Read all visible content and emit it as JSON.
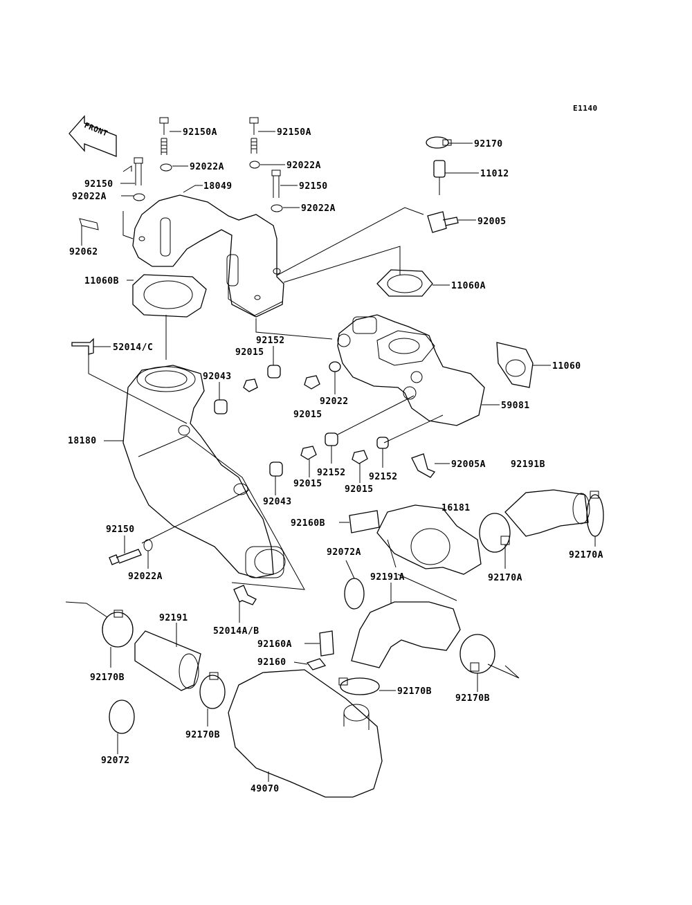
{
  "diagram_code": "E1140",
  "front_label": "FRONT",
  "part_labels": [
    {
      "id": "92150A_1",
      "text": "92150A"
    },
    {
      "id": "92150A_2",
      "text": "92150A"
    },
    {
      "id": "92170_top",
      "text": "92170"
    },
    {
      "id": "92022A_1",
      "text": "92022A"
    },
    {
      "id": "92022A_2",
      "text": "92022A"
    },
    {
      "id": "11012",
      "text": "11012"
    },
    {
      "id": "92150_1",
      "text": "92150"
    },
    {
      "id": "18049",
      "text": "18049"
    },
    {
      "id": "92150_2",
      "text": "92150"
    },
    {
      "id": "92022A_3",
      "text": "92022A"
    },
    {
      "id": "92022A_4",
      "text": "92022A"
    },
    {
      "id": "92005",
      "text": "92005"
    },
    {
      "id": "92062",
      "text": "92062"
    },
    {
      "id": "11060B",
      "text": "11060B"
    },
    {
      "id": "11060A",
      "text": "11060A"
    },
    {
      "id": "92152_1",
      "text": "92152"
    },
    {
      "id": "52014C",
      "text": "52014/C"
    },
    {
      "id": "92015_1",
      "text": "92015"
    },
    {
      "id": "11060",
      "text": "11060"
    },
    {
      "id": "92043_1",
      "text": "92043"
    },
    {
      "id": "92022_1",
      "text": "92022"
    },
    {
      "id": "92015_2",
      "text": "92015"
    },
    {
      "id": "59081",
      "text": "59081"
    },
    {
      "id": "18180",
      "text": "18180"
    },
    {
      "id": "92005A",
      "text": "92005A"
    },
    {
      "id": "92191B",
      "text": "92191B"
    },
    {
      "id": "92152_2",
      "text": "92152"
    },
    {
      "id": "92152_3",
      "text": "92152"
    },
    {
      "id": "92015_3",
      "text": "92015"
    },
    {
      "id": "92043_2",
      "text": "92043"
    },
    {
      "id": "92015_4",
      "text": "92015"
    },
    {
      "id": "16181",
      "text": "16181"
    },
    {
      "id": "92160B",
      "text": "92160B"
    },
    {
      "id": "92150_3",
      "text": "92150"
    },
    {
      "id": "92072A",
      "text": "92072A"
    },
    {
      "id": "92170A_1",
      "text": "92170A"
    },
    {
      "id": "92022A_5",
      "text": "92022A"
    },
    {
      "id": "92170A_2",
      "text": "92170A"
    },
    {
      "id": "92191A",
      "text": "92191A"
    },
    {
      "id": "52014AB",
      "text": "52014A/B"
    },
    {
      "id": "92191",
      "text": "92191"
    },
    {
      "id": "92160A",
      "text": "92160A"
    },
    {
      "id": "92160",
      "text": "92160"
    },
    {
      "id": "92170B_1",
      "text": "92170B"
    },
    {
      "id": "92170B_2",
      "text": "92170B"
    },
    {
      "id": "92170B_3",
      "text": "92170B"
    },
    {
      "id": "92170B_4",
      "text": "92170B"
    },
    {
      "id": "92072",
      "text": "92072"
    },
    {
      "id": "49070",
      "text": "49070"
    }
  ]
}
